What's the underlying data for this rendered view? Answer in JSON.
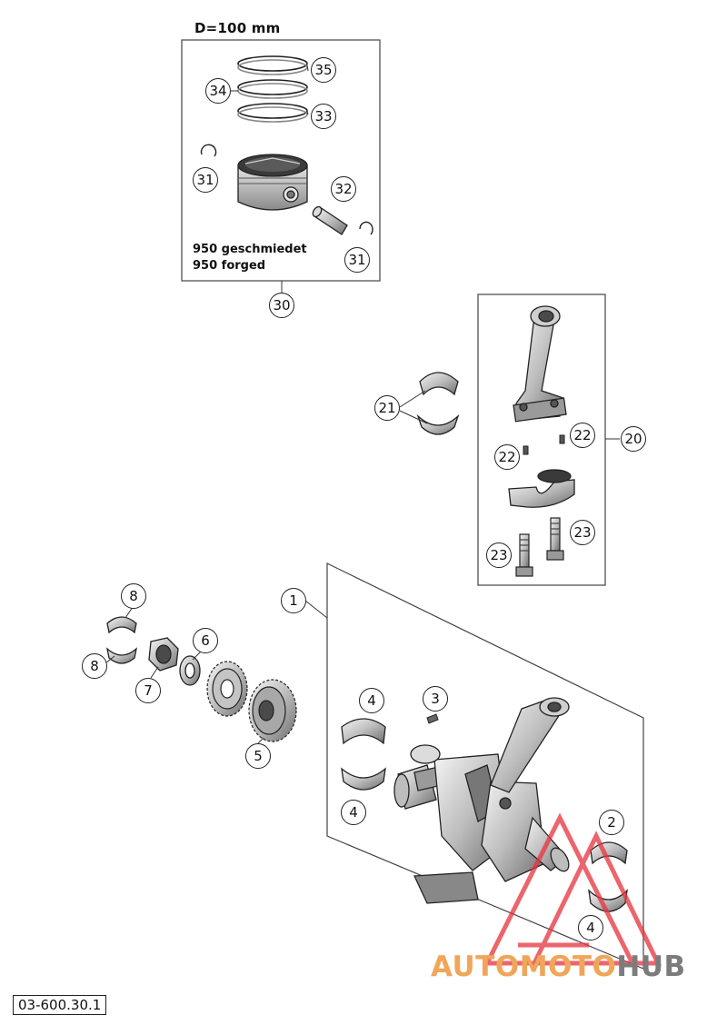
{
  "diagram": {
    "title": "D=100 mm",
    "piston_note_line1": "950 geschmiedet",
    "piston_note_line2": "950 forged",
    "drawing_code": "03-600.30.1"
  },
  "callouts": {
    "c35": "35",
    "c34": "34",
    "c33": "33",
    "c31a": "31",
    "c32": "32",
    "c31b": "31",
    "c30": "30",
    "c21": "21",
    "c22a": "22",
    "c22b": "22",
    "c20": "20",
    "c23a": "23",
    "c23b": "23",
    "c1": "1",
    "c8a": "8",
    "c8b": "8",
    "c6": "6",
    "c7": "7",
    "c5": "5",
    "c4a": "4",
    "c3": "3",
    "c4b": "4",
    "c2": "2",
    "c4c": "4"
  },
  "watermark": {
    "part1": "AUTOMOTO",
    "part2": "HUB",
    "color_primary": "#e8323c",
    "color_secondary": "#f0a65a",
    "color_text_dark": "#7c7c7c"
  }
}
